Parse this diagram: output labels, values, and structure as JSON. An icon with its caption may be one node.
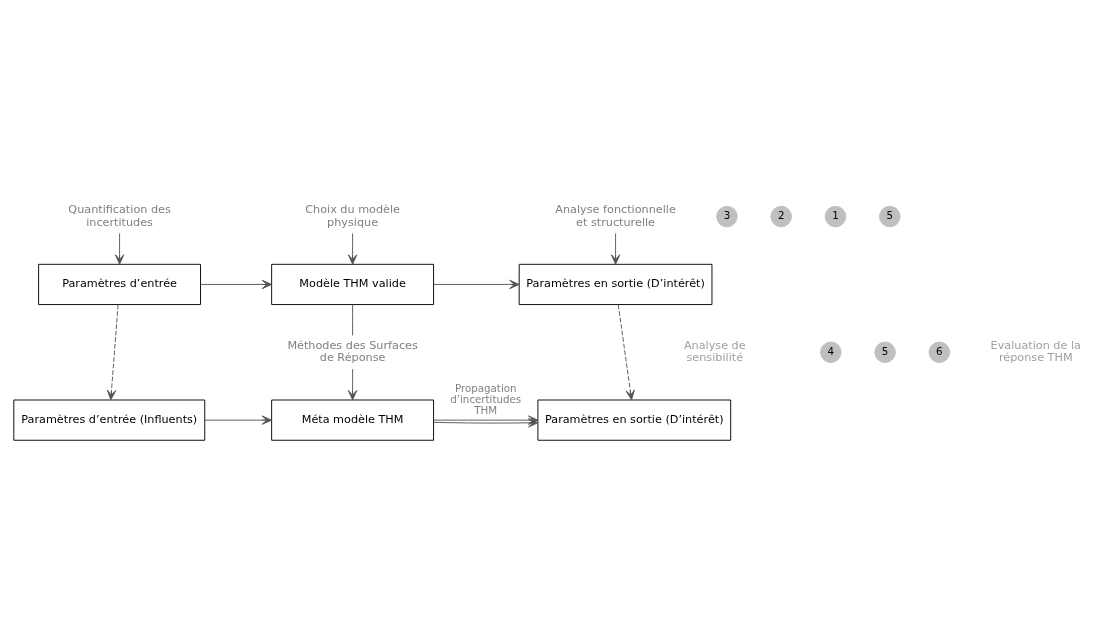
{
  "diagram": {
    "nodes": [
      {
        "text": [
          "Quantification des incertitudes"
        ]
      },
      {
        "text": [
          "3"
        ]
      },
      {
        "text": [
          "2"
        ]
      },
      {
        "text": [
          "Choix du modèle physique"
        ]
      },
      {
        "text": [
          "1"
        ]
      },
      {
        "text": [
          "Analyse fonctionnelle et structurelle"
        ]
      },
      {
        "text": [
          "Paramètres d’entrée"
        ]
      },
      {
        "text": [
          "Modèle THM valide"
        ]
      },
      {
        "text": [
          "Paramètres en sortie (D’intérêt)"
        ]
      },
      {
        "text": [
          "4"
        ]
      },
      {
        "text": [
          "Méthodes des Surfaces de Réponse"
        ]
      },
      {
        "text": [
          "5"
        ]
      },
      {
        "text": [
          "6"
        ]
      },
      {
        "text": [
          "Paramètres d’entrée (Influents)"
        ]
      },
      {
        "text": [
          "Méta modèle THM"
        ]
      },
      {
        "text": [
          "Paramètres en sortie (D’intérêt)"
        ]
      },
      {
        "text": [
          "5"
        ]
      }
    ],
    "edges": [
      {
        "from": 0,
        "to": 6,
        "arrow": "to"
      },
      {
        "from": 3,
        "to": 7,
        "arrow": "to"
      },
      {
        "from": 5,
        "to": 8,
        "arrow": "to"
      },
      {
        "from": 6,
        "to": 7,
        "arrow": "to"
      },
      {
        "from": 7,
        "to": 8,
        "arrow": "to"
      },
      {
        "from": 7,
        "to": 10,
        "arrow": "none"
      },
      {
        "from": 10,
        "to": 14,
        "arrow": "to"
      },
      {
        "from": 6,
        "to": 13,
        "arrow": "to",
        "style": "dashed"
      },
      {
        "from": 8,
        "to": 15,
        "arrow": "to",
        "style": "dashed"
      },
      {
        "from": 13,
        "to": 14,
        "arrow": "to"
      },
      {
        "from": 14,
        "to": 15,
        "arrow": "to"
      },
      {
        "from": 14,
        "to": 15,
        "arrow": "to",
        "label": "Propagation d’incertitudes THM"
      }
    ],
    "labels": [
      "Analyse de sensibilité",
      "Evaluation de la réponse THM"
    ]
  }
}
